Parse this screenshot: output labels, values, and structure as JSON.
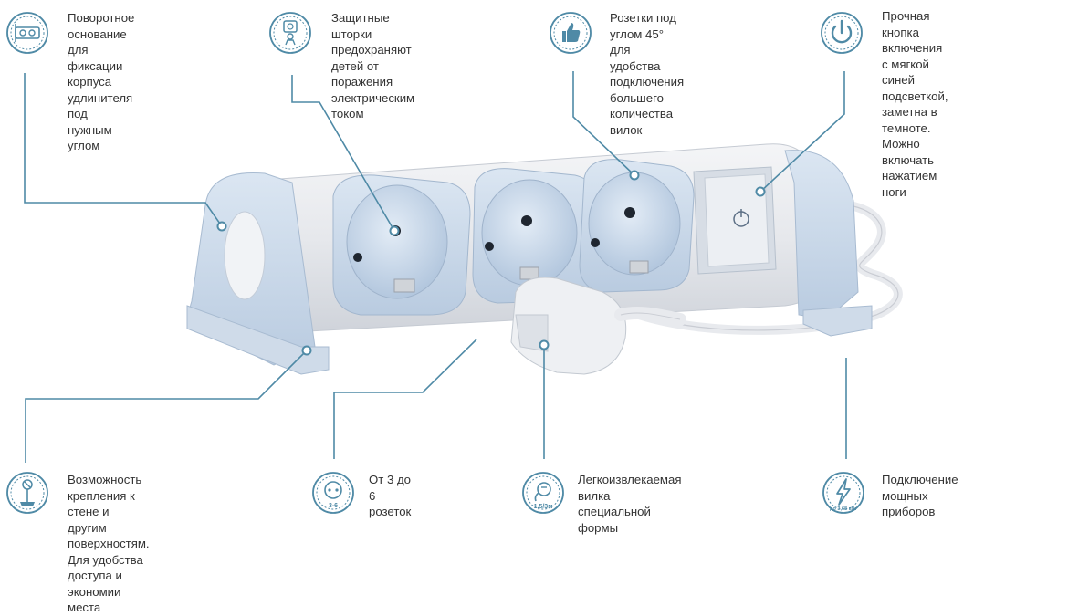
{
  "accent_color": "#4f8aa6",
  "features": [
    {
      "id": "rotating-base",
      "icon": "swivel-base-icon",
      "text": "Поворотное основание\nдля фиксации корпуса\nудлинителя под нужным\nуглом"
    },
    {
      "id": "child-shutters",
      "icon": "child-protection-icon",
      "text": "Защитные шторки\nпредохраняют\nдетей от поражения\nэлектрическим током"
    },
    {
      "id": "angled-sockets",
      "icon": "thumbs-up-icon",
      "text": "Розетки под углом 45° для\nудобства подключения\nбольшего количества вилок"
    },
    {
      "id": "power-button",
      "icon": "power-icon",
      "text": "Прочная кнопка включения\nс мягкой синей подсветкой,\nзаметна в темноте.\nМожно включать нажатием ноги"
    },
    {
      "id": "wall-mount",
      "icon": "wall-mount-icon",
      "text": "Возможность крепления к\nстене и другим поверхностям.\nДля удобства доступа и\nэкономии места"
    },
    {
      "id": "socket-count",
      "icon": "socket-icon",
      "icon_label": "3-6",
      "text": "От 3 до 6\nрозеток"
    },
    {
      "id": "plug",
      "icon": "plug-icon",
      "icon_label": "1,5/3м",
      "text": "Легкоизвлекаемая\nвилка специальной\nформы"
    },
    {
      "id": "power-devices",
      "icon": "lightning-icon",
      "icon_label": "до 3,68 кВт",
      "text": "Подключение\nмощных\nприборов"
    }
  ]
}
